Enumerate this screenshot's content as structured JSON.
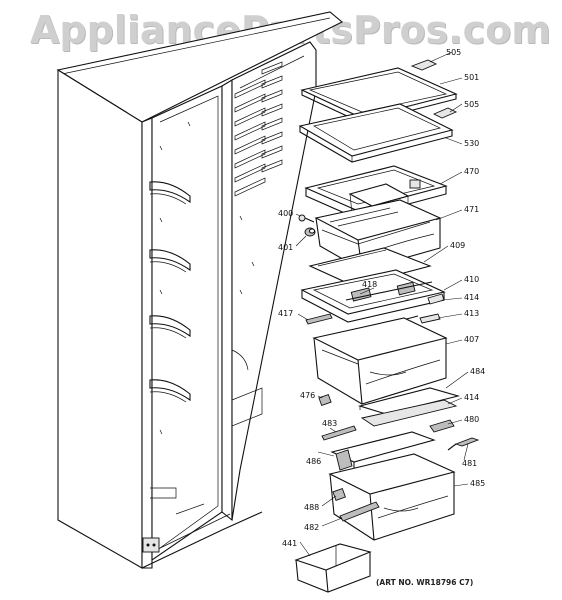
{
  "watermark": "AppliancePartsPros.com",
  "art_number": "(ART NO. WR18796 C7)",
  "callouts": {
    "c505a": "505",
    "c501": "501",
    "c505b": "505",
    "c530": "530",
    "c470": "470",
    "c400": "400",
    "c471": "471",
    "c401": "401",
    "c409": "409",
    "c410": "410",
    "c418": "418",
    "c414a": "414",
    "c417": "417",
    "c413": "413",
    "c407": "407",
    "c484": "484",
    "c476": "476",
    "c414b": "414",
    "c480": "480",
    "c483": "483",
    "c486": "486",
    "c481": "481",
    "c485": "485",
    "c488": "488",
    "c482": "482",
    "c441": "441"
  }
}
